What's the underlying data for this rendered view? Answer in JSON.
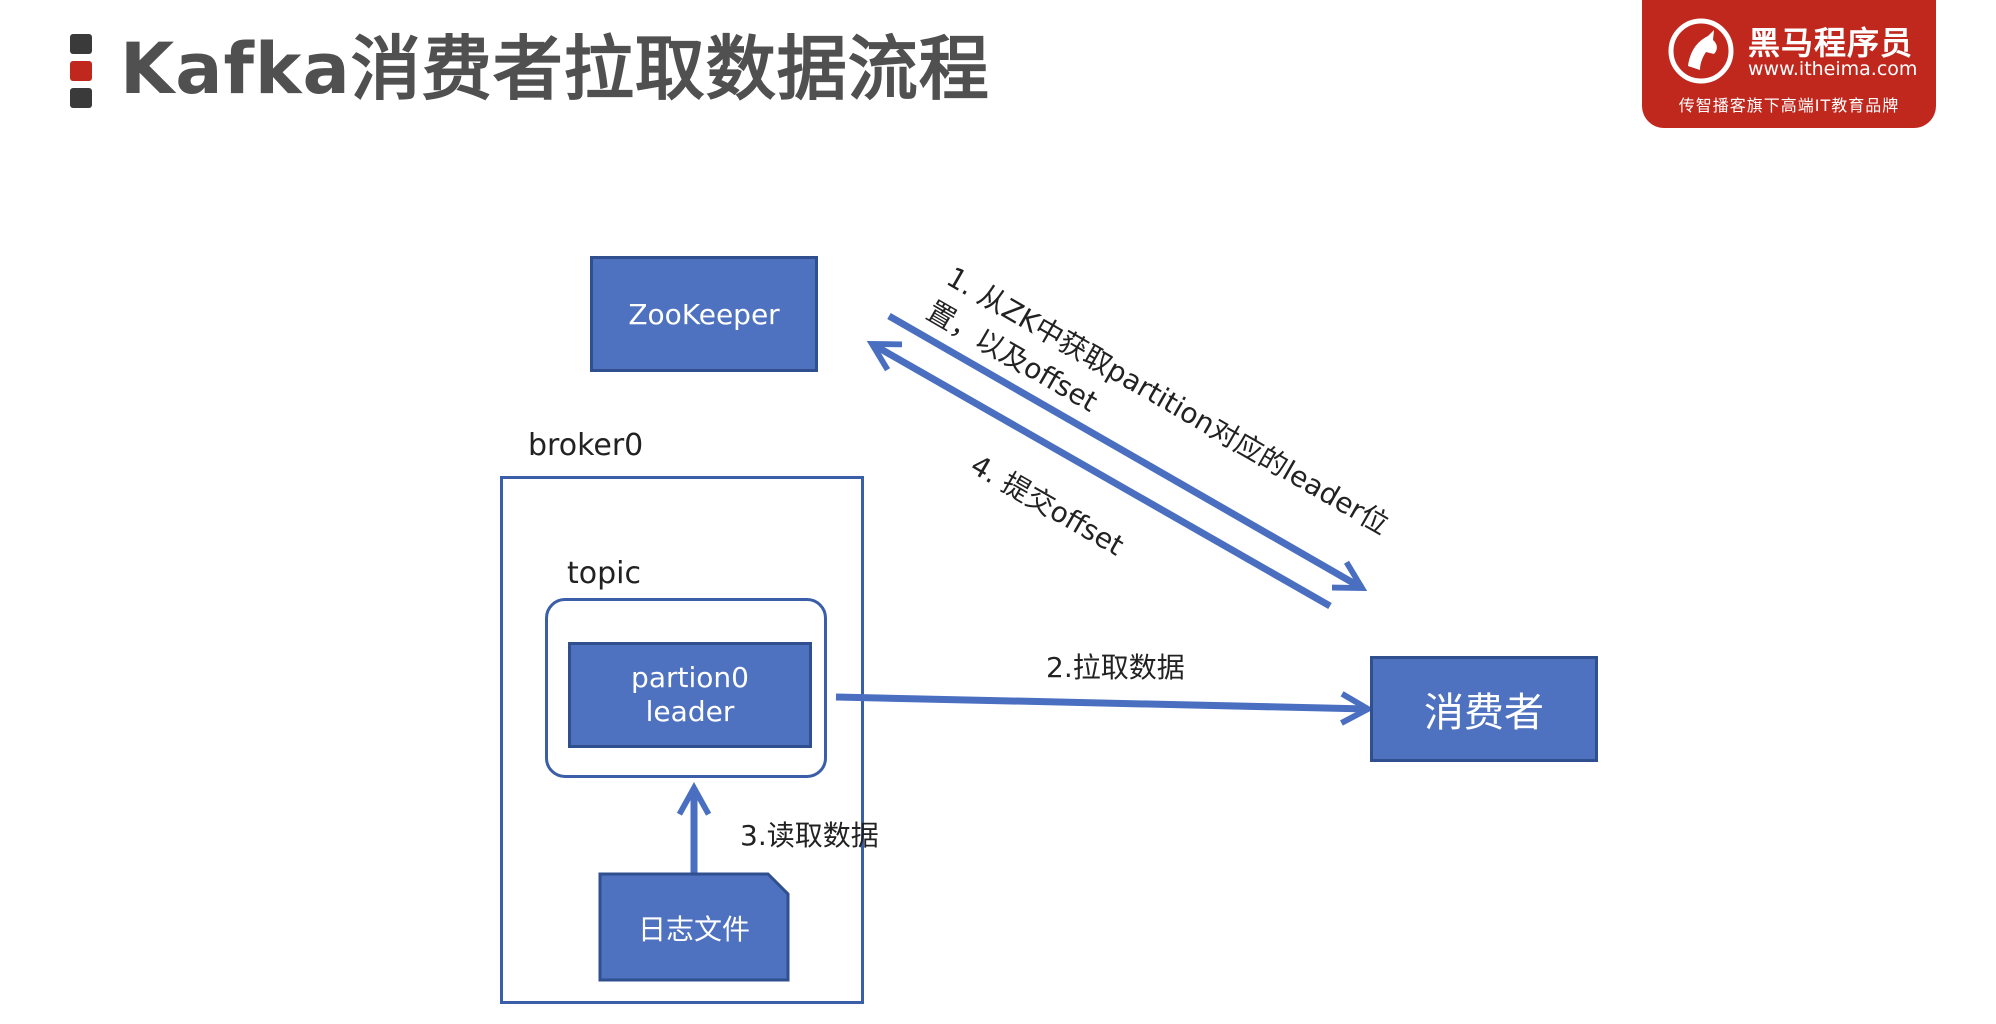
{
  "header": {
    "title": "Kafka消费者拉取数据流程",
    "bullet_colors": [
      "#3a3a3a",
      "#c0281e",
      "#3a3a3a"
    ]
  },
  "logo": {
    "name": "黑马程序员",
    "url": "www.itheima.com",
    "slogan": "传智播客旗下高端IT教育品牌",
    "color": "#c0281e"
  },
  "diagram": {
    "zookeeper": "ZooKeeper",
    "broker_label": "broker0",
    "topic_label": "topic",
    "partition_line1": "partion0",
    "partition_line2": "leader",
    "log_file": "日志文件",
    "consumer": "消费者",
    "step1_line1": "1. 从ZK中获取partition对应的leader位",
    "step1_line2": "置，以及offset",
    "step2": "2.拉取数据",
    "step3": "3.读取数据",
    "step4": "4. 提交offset"
  },
  "colors": {
    "node_fill": "#4f72c0",
    "arrow": "#4a6fc0"
  }
}
